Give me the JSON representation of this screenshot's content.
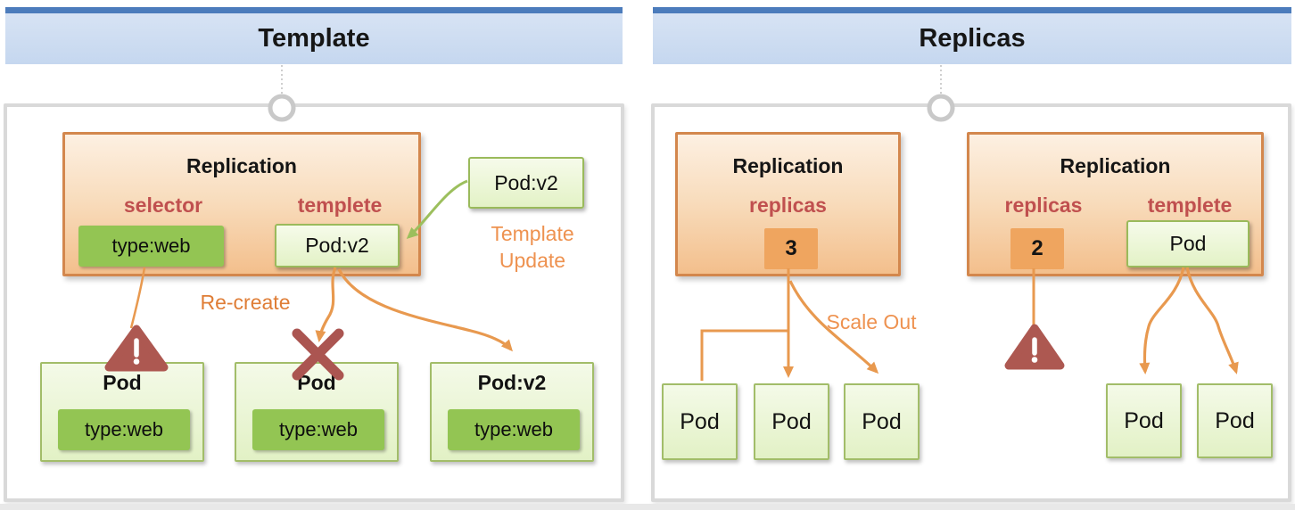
{
  "icons": {
    "warning": "filled rounded triangle with white exclamation mark",
    "delete": "thick diagonal cross (X)",
    "connector_ring": "gray circle on frame border"
  },
  "colors": {
    "header_bar": "#4c7cbc",
    "header_bg": "#c6d8ef",
    "frame_border": "#d9d9d9",
    "replication_border": "#d3874d",
    "replication_fill_top": "#fdf0e2",
    "replication_fill_bottom": "#f3bf8c",
    "field_label_red": "#c0504f",
    "solid_green": "#93c553",
    "light_green_border": "#9aba5b",
    "orange_arrow": "#e8994f",
    "orange_caption": "#ee9250",
    "count_fill": "#efa55f",
    "warning_red": "#ad5851",
    "green_arrow": "#9cbf5d"
  },
  "template_panel": {
    "title": "Template",
    "replication": {
      "title": "Replication",
      "selector_label": "selector",
      "template_label": "templete",
      "selector_value": "type:web",
      "template_value": "Pod:v2"
    },
    "update_source_box": "Pod:v2",
    "update_caption": {
      "line1": "Template",
      "line2": "Update"
    },
    "recreate_label": "Re-create",
    "pods": [
      {
        "title": "Pod",
        "selector": "type:web"
      },
      {
        "title": "Pod",
        "selector": "type:web"
      },
      {
        "title": "Pod:v2",
        "selector": "type:web"
      }
    ]
  },
  "replicas_panel": {
    "title": "Replicas",
    "replication_left": {
      "title": "Replication",
      "replicas_label": "replicas",
      "replicas_count": "3"
    },
    "replication_right": {
      "title": "Replication",
      "replicas_label": "replicas",
      "replicas_count": "2",
      "template_label": "templete",
      "template_value": "Pod"
    },
    "scale_out_label": "Scale Out",
    "scale_pods": [
      "Pod",
      "Pod",
      "Pod"
    ],
    "template_pods": [
      "Pod",
      "Pod"
    ]
  }
}
